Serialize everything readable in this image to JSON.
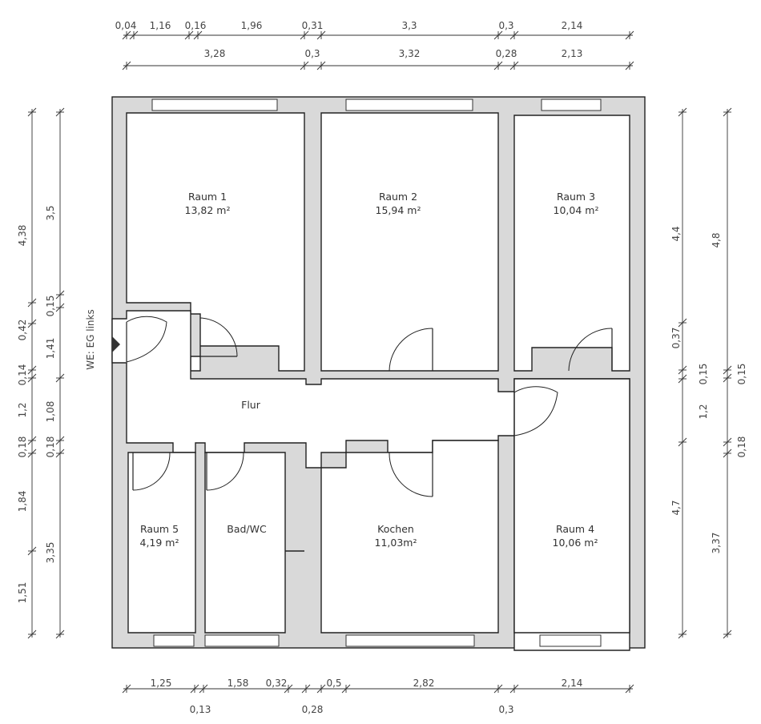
{
  "plan": {
    "entrance_label": "WE: EG links",
    "rooms": [
      {
        "name": "Raum 1",
        "area": "13,82 m²"
      },
      {
        "name": "Raum 2",
        "area": "15,94 m²"
      },
      {
        "name": "Raum 3",
        "area": "10,04 m²"
      },
      {
        "name": "Flur",
        "area": ""
      },
      {
        "name": "Raum 5",
        "area": "4,19 m²"
      },
      {
        "name": "Bad/WC",
        "area": ""
      },
      {
        "name": "Kochen",
        "area": "11,03m²"
      },
      {
        "name": "Raum 4",
        "area": "10,06 m²"
      }
    ]
  },
  "dimensions": {
    "top_row1": [
      "0,04",
      "1,16",
      "0,16",
      "1,96",
      "0,31",
      "3,3",
      "0,3",
      "2,14"
    ],
    "top_row2": [
      "3,28",
      "0,3",
      "3,32",
      "0,28",
      "2,13"
    ],
    "bottom_row1": [
      "1,25",
      "1,58",
      "0,32",
      "0,5",
      "2,82",
      "2,14"
    ],
    "bottom_row2": [
      "0,13",
      "0,28",
      "0,3"
    ],
    "left_outer": [
      "4,38",
      "0,42",
      "0,14",
      "1,2",
      "0,18",
      "1,84",
      "1,51"
    ],
    "left_inner": [
      "3,5",
      "0,15",
      "1,41",
      "1,08",
      "0,18",
      "3,35"
    ],
    "right_inner": [
      "4,4",
      "0,37",
      "0,15",
      "1,2",
      "4,7"
    ],
    "right_outer": [
      "4,8",
      "0,15",
      "0,18",
      "3,37"
    ]
  }
}
